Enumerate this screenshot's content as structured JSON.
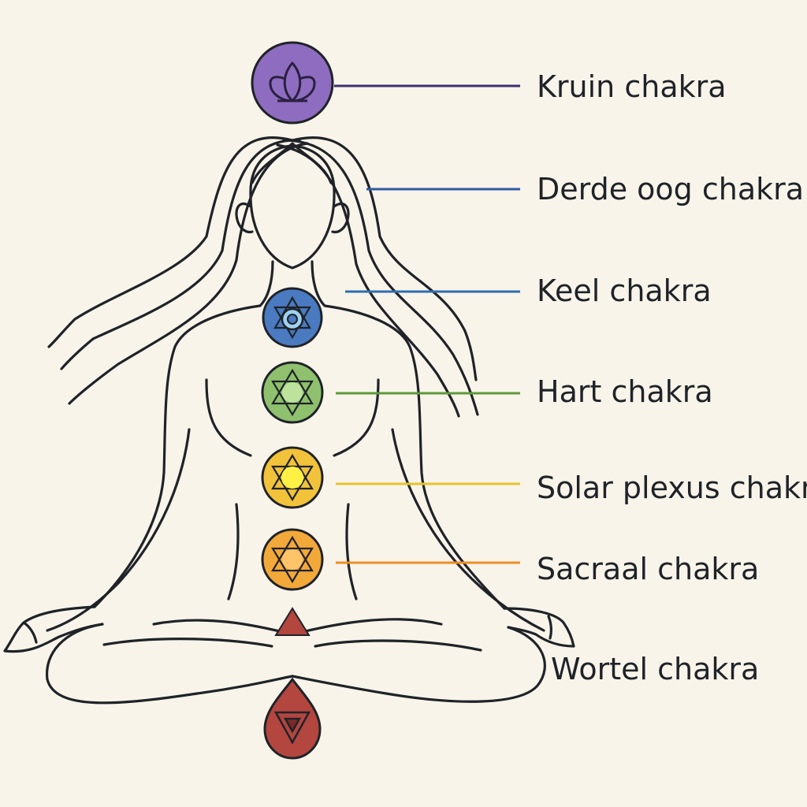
{
  "chakras": [
    {
      "id": "kruin",
      "label": "Kruin chakra",
      "color": "#8e6cc0",
      "line_color": "#3b2f6e"
    },
    {
      "id": "derde",
      "label": "Derde oog chakra",
      "color": "#4b6fbf",
      "line_color": "#2f5aa6"
    },
    {
      "id": "keel",
      "label": "Keel chakra",
      "color": "#4a7ac0",
      "line_color": "#2f6db0"
    },
    {
      "id": "hart",
      "label": "Hart chakra",
      "color": "#8fc06e",
      "line_color": "#5e9a3a"
    },
    {
      "id": "solar",
      "label": "Solar plexus chakra",
      "color": "#f2c33a",
      "line_color": "#e3c52a"
    },
    {
      "id": "sacraal",
      "label": "Sacraal chakra",
      "color": "#f3a83a",
      "line_color": "#f08d24"
    },
    {
      "id": "wortel",
      "label": "Wortel chakra",
      "color": "#b3463f",
      "line_color": "#b3463f"
    }
  ]
}
